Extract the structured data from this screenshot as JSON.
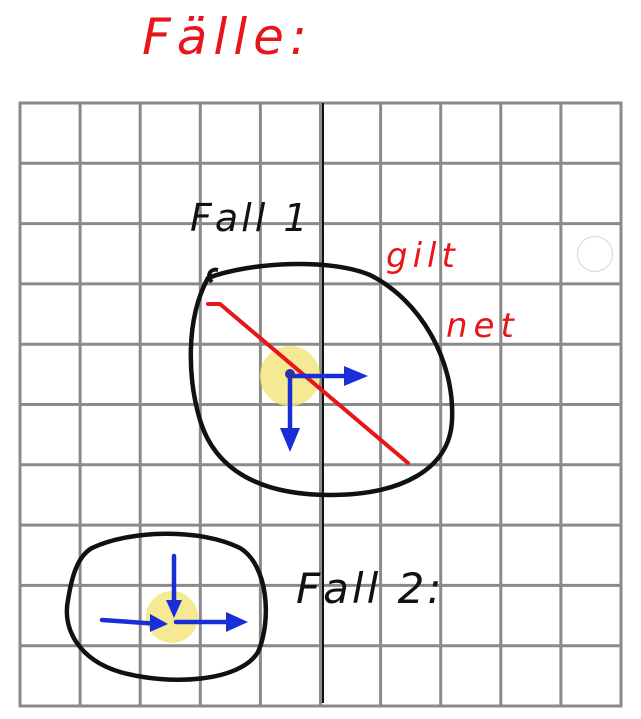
{
  "title": "Fälle:",
  "case1": {
    "label": "Fall 1",
    "note_line1": "gilt",
    "note_line2": "net"
  },
  "case2": {
    "label": "Fall 2:"
  },
  "colors": {
    "ink": "#111111",
    "red": "#e8161b",
    "blue": "#1a2ed8",
    "highlight": "#f3e680",
    "grid": "#8a8a8a"
  }
}
